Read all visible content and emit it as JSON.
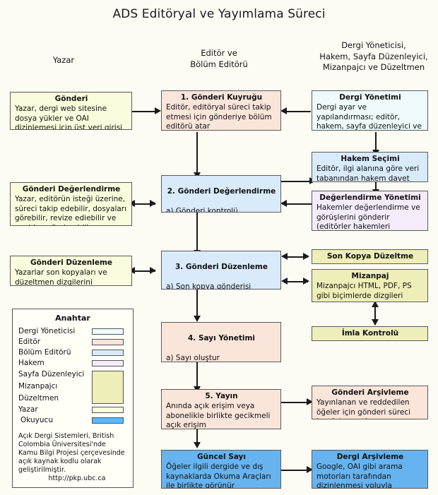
{
  "title": "ADS Editöryal ve Yayımlama Süreci",
  "column_headers": [
    {
      "name": "author",
      "lines": [
        "Yazar"
      ]
    },
    {
      "name": "editor",
      "lines": [
        "Editör ve",
        "Bölüm Editörü"
      ]
    },
    {
      "name": "others",
      "lines": [
        "Dergi Yöneticisi,",
        "Hakem, Sayfa Düzenleyici,",
        "Mizanpajcı ve Düzeltmen"
      ]
    }
  ],
  "boxes": {
    "gonderi": {
      "title": "Gönderi",
      "body": "Yazar, dergi web sitesine dosya yükler ve OAI dizinlemesi için üst veri girişi yapar"
    },
    "gonderi_kuyrugu": {
      "title": "1. Gönderi Kuyruğu",
      "body": "Editör, editöryal süreci takip etmesi için gönderiye bölüm editörü atar"
    },
    "dergi_yonetimi": {
      "title": "Dergi Yönetimi",
      "body": "Dergi ayar ve yapılandırması; editör, hakem, sayfa düzenleyici ve düzeltmen kaydı"
    },
    "hakem_secimi": {
      "title": "Hakem Seçimi",
      "body": "Editör, ilgi alanına göre veri tabanından hakem davet eder"
    },
    "gonderi_degerlendirme_author": {
      "title": "Gönderi Değerlendirme",
      "body": "Yazar, editörün isteği üzerine, süreci takip edebilir, dosyaları görebilir, revize ediebilir ve yeniden gönderebilir"
    },
    "gonderi_degerlendirme": {
      "title": "2. Gönderi Değerlendirme",
      "body": "a) Gönderi kontrolü\nb) Hakemlik yönetimi\nc) Editöryal karara varma"
    },
    "degerlendirme_yonetimi": {
      "title": "Değerlendirme Yönetimi",
      "body": "Hakemler değerlendirme ve görüşlerini gönderir (editörler hakemleri puanlayabilir)"
    },
    "gonderi_duzenleme_author": {
      "title": "Gönderi Düzenleme",
      "body": "Yazarlar son kopyaları ve düzeltmen dizgilerini değerlendirir"
    },
    "gonderi_duzenleme": {
      "title": "3. Gönderi Düzenleme",
      "body": "a) Son kopya gönderisi\nb) Mizanpaj ve biçimli dizgiler\nc) Düzeltmen dizgileri"
    },
    "son_kopya_duzeltme": {
      "title": "Son Kopya Düzeltme",
      "body": ""
    },
    "mizanpaj": {
      "title": "Mizanpaj",
      "body": "Mizanpajcı HTML, PDF, PS gibi biçimlerde dizgileri düzenler"
    },
    "imla_kontrolu": {
      "title": "İmla Kontrolü",
      "body": ""
    },
    "sayi_yonetimi": {
      "title": "4. Sayı Yönetimi",
      "body": "a) Sayı oluştur\nb) Yayımlanacak gönderiler\nc) İçindekiler sayfası düzenleme"
    },
    "yayin": {
      "title": "5. Yayın",
      "body": "Anında açık erişim veya abonelikle birlikte gecikmeli açık erişim"
    },
    "gonderi_arsivleme": {
      "title": "Gönderi Arşivleme",
      "body": "Yayınlanan ve reddedilen öğeler için gönderi süreci kaydı tamamlanır ve arşivlenir"
    },
    "guncel_sayi": {
      "title": "Güncel Sayı",
      "body": "Öğeler  ilgili dergide ve dış kaynaklarda  Okuma Araçları ile birlikte  görünür"
    },
    "dergi_arsivleme": {
      "title": "Dergi Arşivleme",
      "body": "Google, OAI gibi arama motorları tarafından  dizinlenmesi yoluyla sayıların listelemesi"
    }
  },
  "legend": {
    "title": "Anahtar",
    "items": [
      {
        "label": "Dergi Yöneticisi",
        "color": "#eefafc"
      },
      {
        "label": "Editör",
        "color": "#fae5da"
      },
      {
        "label": "Bölüm Editörü",
        "color": "#d9eafb"
      },
      {
        "label": "Hakem",
        "color": "#f4ecfa"
      },
      {
        "label": "Sayfa Düzenleyici",
        "color": "#eeeeb8"
      },
      {
        "label": "Mizanpajcı",
        "color": "#eeeeb8"
      },
      {
        "label": "Düzeltmen",
        "color": "#eeeeb8"
      },
      {
        "label": "Yazar",
        "color": "#fbfbdd"
      },
      {
        "label": "Okuyucu",
        "color": "#66b3ef"
      }
    ],
    "credit": "Açık Dergi Sistemleri, British Colombia Üniversitesi'nde Kamu Bilgi Projesi çerçevesinde açık kaynak kodlu olarak geliştirilmiştir.",
    "url": "http://pkp.ubc.ca"
  }
}
